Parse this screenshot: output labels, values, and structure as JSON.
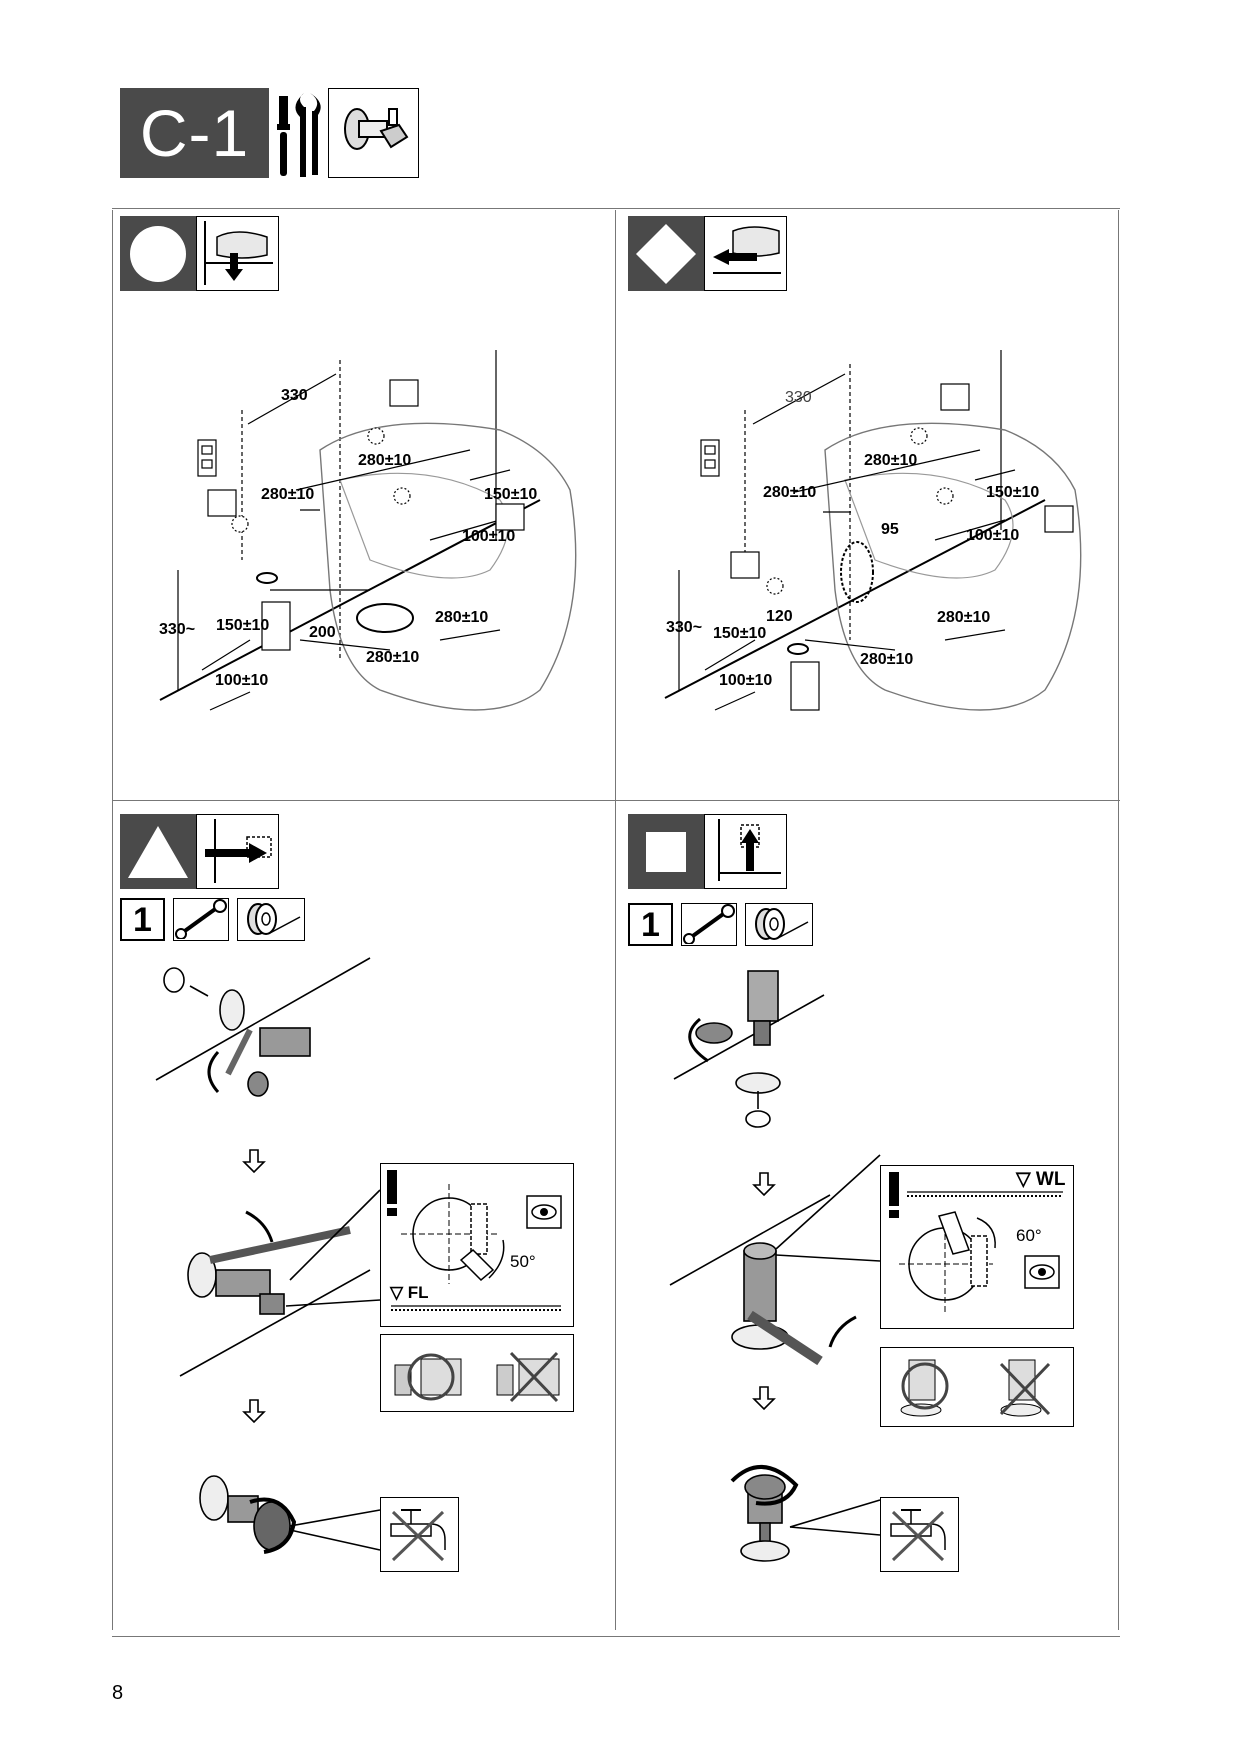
{
  "header": {
    "section_code": "C-1"
  },
  "panel_a": {
    "dims": {
      "d330_top": "330",
      "d280_top": "280±10",
      "d280_left": "280±10",
      "d150_right": "150±10",
      "d100_right": "100±10",
      "d330_side": "330~",
      "d150_left": "150±10",
      "d200": "200",
      "d280_mid": "280±10",
      "d280_bottom": "280±10",
      "d100_bottom": "100±10"
    }
  },
  "panel_b": {
    "dims": {
      "d330_top": "330",
      "d280_top": "280±10",
      "d280_left": "280±10",
      "d150_right": "150±10",
      "d95": "95",
      "d100_right": "100±10",
      "d330_side": "330~",
      "d120": "120",
      "d150_left": "150±10",
      "d280_mid": "280±10",
      "d280_bottom": "280±10",
      "d100_bottom": "100±10"
    }
  },
  "panel_c": {
    "step": "1",
    "angle": "50°",
    "level": "▽ FL"
  },
  "panel_d": {
    "step": "1",
    "angle": "60°",
    "level": "▽ WL"
  },
  "footer": {
    "page_number": "8"
  }
}
